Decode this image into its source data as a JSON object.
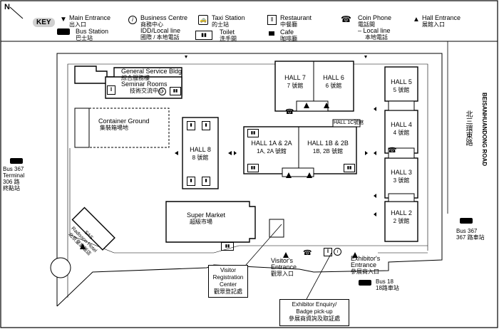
{
  "compass": "N",
  "legend": {
    "key": "KEY",
    "main_entrance": [
      "Main Entrance",
      "出入口"
    ],
    "bus_station": [
      "Bus Station",
      "巴士站"
    ],
    "business_centre": [
      "Business Centre",
      "商務中心",
      "IDD/Local line",
      "國際 / 本地電話"
    ],
    "taxi_station": [
      "Taxi Station",
      "的士站"
    ],
    "toilet": [
      "Toilet",
      "洗手間"
    ],
    "restaurant": [
      "Restaurant",
      "中餐廳"
    ],
    "cafe": [
      "Cafe",
      "咖啡廳"
    ],
    "coin_phone": [
      "Coin Phone",
      "電話間",
      "– Local line",
      "本地電話"
    ],
    "hall_entrance": [
      "Hall Entrance",
      "展館入口"
    ]
  },
  "buildings": {
    "general_service": [
      "General Service Bldg",
      "綜合服務樓",
      "Seminar Rooms",
      "技術交流中心"
    ],
    "container_ground": [
      "Container Ground",
      "集裝箱場地"
    ],
    "hall8": [
      "HALL 8",
      "8 號館"
    ],
    "hall7": [
      "HALL 7",
      "7 號館"
    ],
    "hall6": [
      "HALL 6",
      "6 號館"
    ],
    "hall1c": "HALL 1C號館",
    "hall1a2a": [
      "HALL 1A & 2A",
      "1A, 2A 號館"
    ],
    "hall1b2b": [
      "HALL 1B & 2B",
      "1B, 2B 號館"
    ],
    "hall5": [
      "HALL 5",
      "5 號館"
    ],
    "hall4": [
      "HALL 4",
      "4 號館"
    ],
    "hall3": [
      "HALL 3",
      "3 號館"
    ],
    "hall2": [
      "HALL 2",
      "2 號館"
    ],
    "supermarket": [
      "Super Market",
      "超級市場"
    ],
    "hotel": [
      "SAS",
      "Radisson Hotel",
      "北京皇家飯店"
    ]
  },
  "road": [
    "BEISANHUANDONG ROAD",
    "北三環東路"
  ],
  "bus_stops": {
    "bus367_terminal": [
      "Bus 367",
      "Terminal",
      "306 路",
      "終點站"
    ],
    "bus367_right": [
      "Bus 367",
      "367 路車站"
    ],
    "bus18": [
      "Bus 18",
      "18路車站"
    ]
  },
  "entrances": {
    "visitor": [
      "Visitor's",
      "Entrance",
      "觀眾入口"
    ],
    "exhibitor": [
      "Exhibitor's",
      "Entrance",
      "參展商入口"
    ]
  },
  "callouts": {
    "visitor_reg": [
      "Visitor",
      "Registration",
      "Center",
      "觀眾登記處"
    ],
    "exhibitor_enquiry": [
      "Exhibitor Enquiry/",
      "Badge pick-up",
      "參展商資詢及取証處"
    ]
  }
}
